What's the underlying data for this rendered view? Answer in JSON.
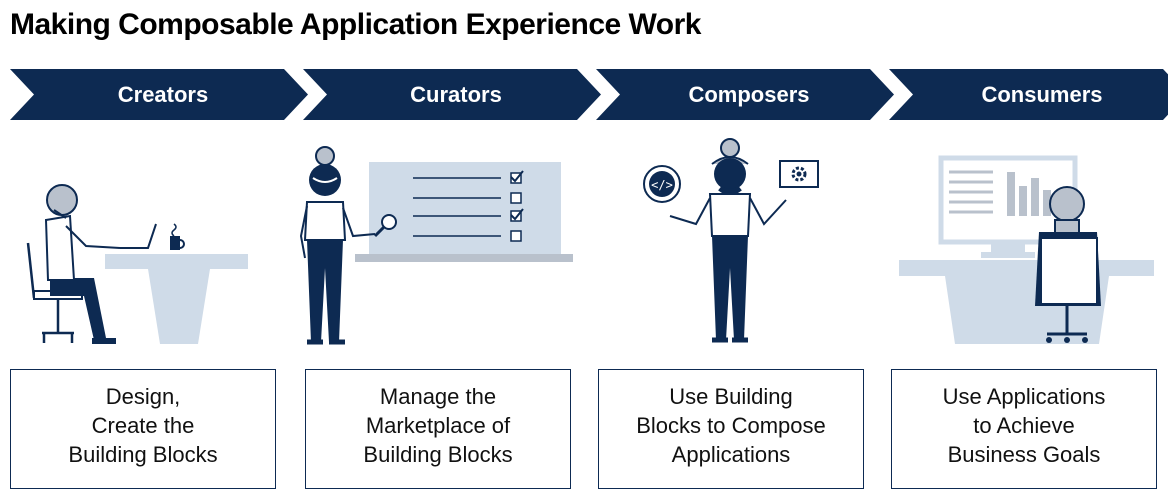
{
  "title": "Making Composable Application Experience Work",
  "colors": {
    "navy": "#0d2a52",
    "light_blue": "#cfdbe8",
    "gray": "#b9c1cc"
  },
  "stages": [
    {
      "label": "Creators",
      "description": "Design,\nCreate the\nBuilding Blocks",
      "illustration": "person-at-laptop-icon"
    },
    {
      "label": "Curators",
      "description": "Manage the\nMarketplace of\nBuilding Blocks",
      "illustration": "person-at-checklist-board-icon"
    },
    {
      "label": "Composers",
      "description": "Use Building\nBlocks to Compose\nApplications",
      "illustration": "person-with-code-and-gear-icon"
    },
    {
      "label": "Consumers",
      "description": "Use Applications\nto Achieve\nBusiness Goals",
      "illustration": "person-at-dashboard-monitor-icon"
    }
  ]
}
